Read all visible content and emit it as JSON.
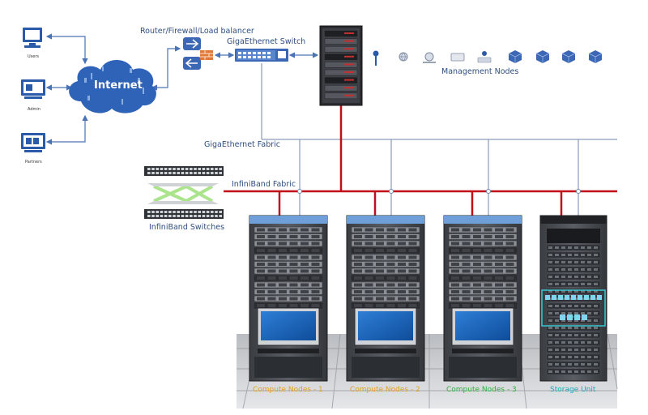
{
  "clients": [
    {
      "label": "Users"
    },
    {
      "label": "Admin"
    },
    {
      "label": "Partners"
    }
  ],
  "cloud": {
    "label": "Internet"
  },
  "router": {
    "label": "Router/Firewall/Load balancer"
  },
  "giga_switch": {
    "label": "GigaEthernet Switch"
  },
  "management": {
    "label": "Management Nodes"
  },
  "giga_fabric": {
    "label": "GigaEthernet Fabric"
  },
  "ib_fabric": {
    "label": "InfiniBand Fabric"
  },
  "ib_switches": {
    "label": "InfiniBand Switches"
  },
  "racks": [
    {
      "label": "Compute Nodes - 1",
      "color": "#e0a020"
    },
    {
      "label": "Compute Nodes - 2",
      "color": "#e0a020"
    },
    {
      "label": "Compute Nodes - 3",
      "color": "#30b040"
    },
    {
      "label": "Storage Unit",
      "color": "#1aa9b8"
    }
  ],
  "colors": {
    "infiniband": "#c0101a",
    "ethernet": "#6f86a8",
    "arrow": "#4a73b3",
    "cloud": "#2f63b8"
  }
}
